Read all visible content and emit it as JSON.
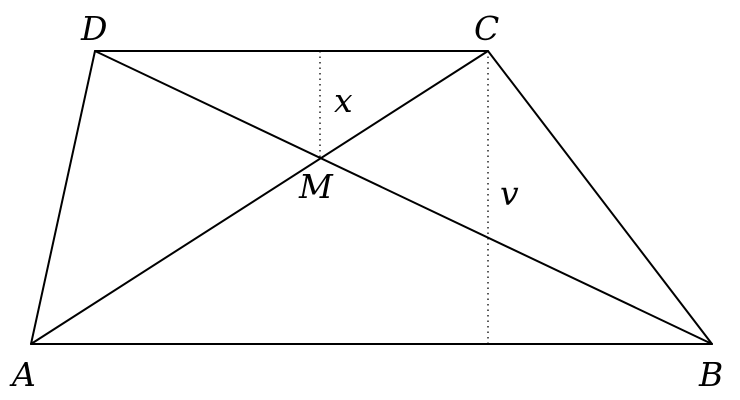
{
  "figure": {
    "vertices": {
      "A": "A",
      "B": "B",
      "C": "C",
      "D": "D",
      "M": "M"
    },
    "heights": {
      "x": "x",
      "v": "v"
    }
  }
}
